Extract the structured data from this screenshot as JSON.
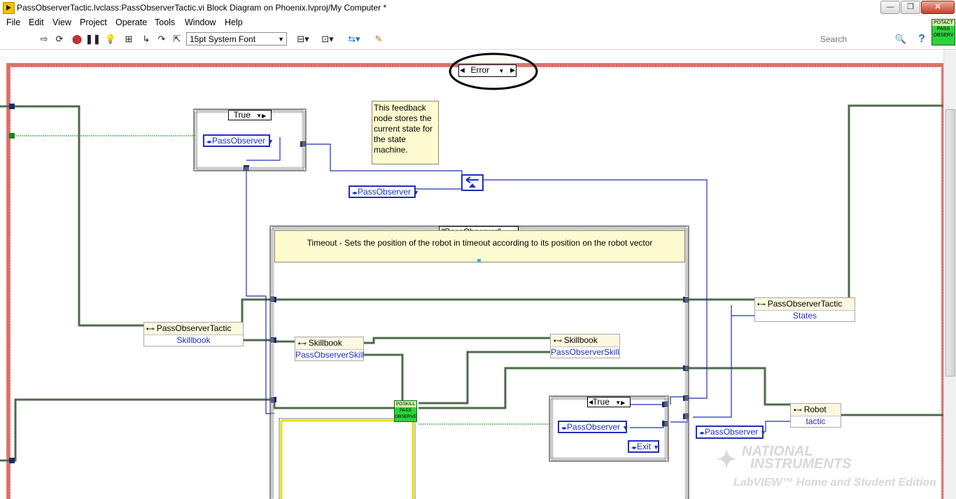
{
  "window": {
    "title": "PassObserverTactic.lvclass:PassObserverTactic.vi Block Diagram on Phoenix.lvproj/My Computer *",
    "controls": [
      "minimize",
      "maximize",
      "close"
    ]
  },
  "menu": [
    "File",
    "Edit",
    "View",
    "Project",
    "Operate",
    "Tools",
    "Window",
    "Help"
  ],
  "toolbar": {
    "font": "15pt System Font",
    "search_placeholder": "Search",
    "help": "?",
    "icons": [
      "run-arrow",
      "run-continuous",
      "abort",
      "pause",
      "highlight-execution",
      "retain-wire-values",
      "step-into",
      "step-over",
      "step-out",
      "align",
      "distribute",
      "reorder",
      "cleanup"
    ]
  },
  "vi_icon": {
    "line1": "POTACT",
    "line2": "PASS",
    "line3": "OBSERV"
  },
  "diagram": {
    "outer_case_selector": "Error",
    "inner_true_case": "True",
    "feedback_note": "This feedback node stores the current state for the state machine.",
    "enum_constant_top": "PassObserver",
    "enum_constant_feedback": "PassObserver",
    "state_case_selector": "\"PassObserver\"",
    "timeout_comment": "Timeout - Sets the position of the robot in timeout according to its position on the robot vector",
    "unbundle_tactic_left": {
      "class": "PassObserverTactic",
      "field": "Skillbook"
    },
    "unbundle_skillbook_1": {
      "class": "Skillbook",
      "field": "PassObserverSkill"
    },
    "unbundle_skillbook_2": {
      "class": "Skillbook",
      "field": "PassObserverSkill"
    },
    "bundle_tactic_right": {
      "class": "PassObserverTactic",
      "field": "States"
    },
    "bundle_robot": {
      "class": "Robot",
      "field": "tactic"
    },
    "subvi": {
      "line1": "POSKILL",
      "line2": "PASS",
      "line3": "OBSERVE"
    },
    "inner_true_case_2": "True",
    "enum_constant_inner": "PassObserver",
    "enum_constant_exit": "Exit",
    "enum_constant_right": "PassObserver"
  },
  "watermark": {
    "line1": "NATIONAL",
    "line2": "INSTRUMENTS",
    "line3": "LabVIEW™ Home and Student Edition"
  },
  "colors": {
    "class_wire": "#4d6b4a",
    "enum_wire": "#1f2fbf",
    "error_wire": "#e8e000",
    "bool_wire": "#0a8a1a",
    "frame_error": "#e07a72"
  }
}
